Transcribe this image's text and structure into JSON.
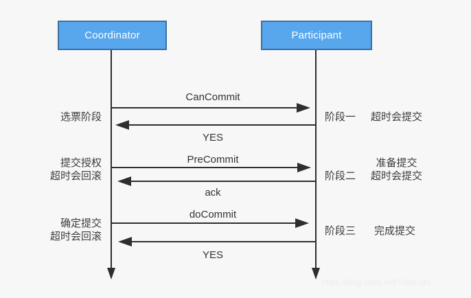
{
  "diagram": {
    "title_hint": "three-phase commit sequence diagram",
    "actors": [
      {
        "name": "Coordinator"
      },
      {
        "name": "Participant"
      }
    ],
    "messages": [
      {
        "label": "CanCommit",
        "direction": "right",
        "from": "Coordinator",
        "to": "Participant"
      },
      {
        "label": "YES",
        "direction": "left",
        "from": "Participant",
        "to": "Coordinator"
      },
      {
        "label": "PreCommit",
        "direction": "right",
        "from": "Coordinator",
        "to": "Participant"
      },
      {
        "label": "ack",
        "direction": "left",
        "from": "Participant",
        "to": "Coordinator"
      },
      {
        "label": "doCommit",
        "direction": "right",
        "from": "Coordinator",
        "to": "Participant"
      },
      {
        "label": "YES",
        "direction": "left",
        "from": "Participant",
        "to": "Coordinator"
      }
    ],
    "left_phases": [
      {
        "line1": "选票阶段",
        "line2": ""
      },
      {
        "line1": "提交授权",
        "line2": "超时会回滚"
      },
      {
        "line1": "确定提交",
        "line2": "超时会回滚"
      }
    ],
    "right_phases": [
      {
        "phase": "阶段一",
        "note1": "超时会提交",
        "note2": ""
      },
      {
        "phase": "阶段二",
        "note1": "准备提交",
        "note2": "超时会提交"
      },
      {
        "phase": "阶段三",
        "note1": "完成提交",
        "note2": ""
      }
    ],
    "watermark": "https://blog.csdn.net/ThinEails",
    "colors": {
      "background": "#f7f7f8",
      "actor_fill": "#58a6ec",
      "actor_border": "#3e6f9d",
      "actor_text": "#ffffff",
      "line": "#2e2e2e",
      "text": "#3c3c3c",
      "watermark": "#ececec"
    }
  }
}
